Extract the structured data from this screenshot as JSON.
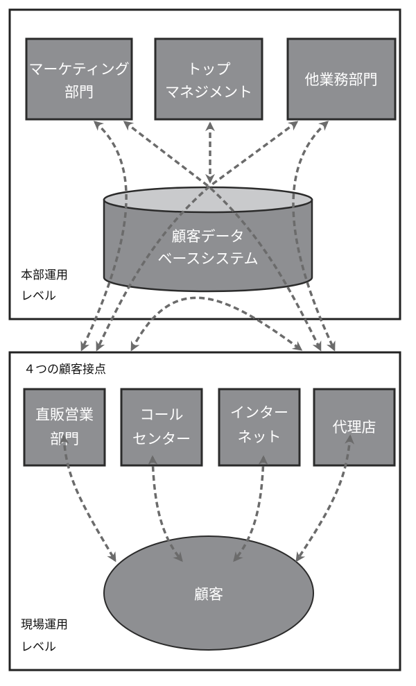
{
  "colors": {
    "box_fill": "#8e8f92",
    "box_border": "#2b2b2b",
    "arrow": "#6b6b6b",
    "db_top": "#c9cacc"
  },
  "headquarters": {
    "level_label": [
      "本部運用",
      "レベル"
    ],
    "departments": [
      {
        "lines": [
          "マーケティング",
          "部門"
        ]
      },
      {
        "lines": [
          "トップ",
          "マネジメント"
        ]
      },
      {
        "lines": [
          "他業務部門"
        ]
      }
    ],
    "database": {
      "lines": [
        "顧客データ",
        "ベースシステム"
      ]
    }
  },
  "field": {
    "title": "４つの顧客接点",
    "level_label": [
      "現場運用",
      "レベル"
    ],
    "touchpoints": [
      {
        "lines": [
          "直販営業",
          "部門"
        ]
      },
      {
        "lines": [
          "コール",
          "センター"
        ]
      },
      {
        "lines": [
          "インター",
          "ネット"
        ]
      },
      {
        "lines": [
          "代理店"
        ]
      }
    ],
    "customer": "顧客"
  }
}
